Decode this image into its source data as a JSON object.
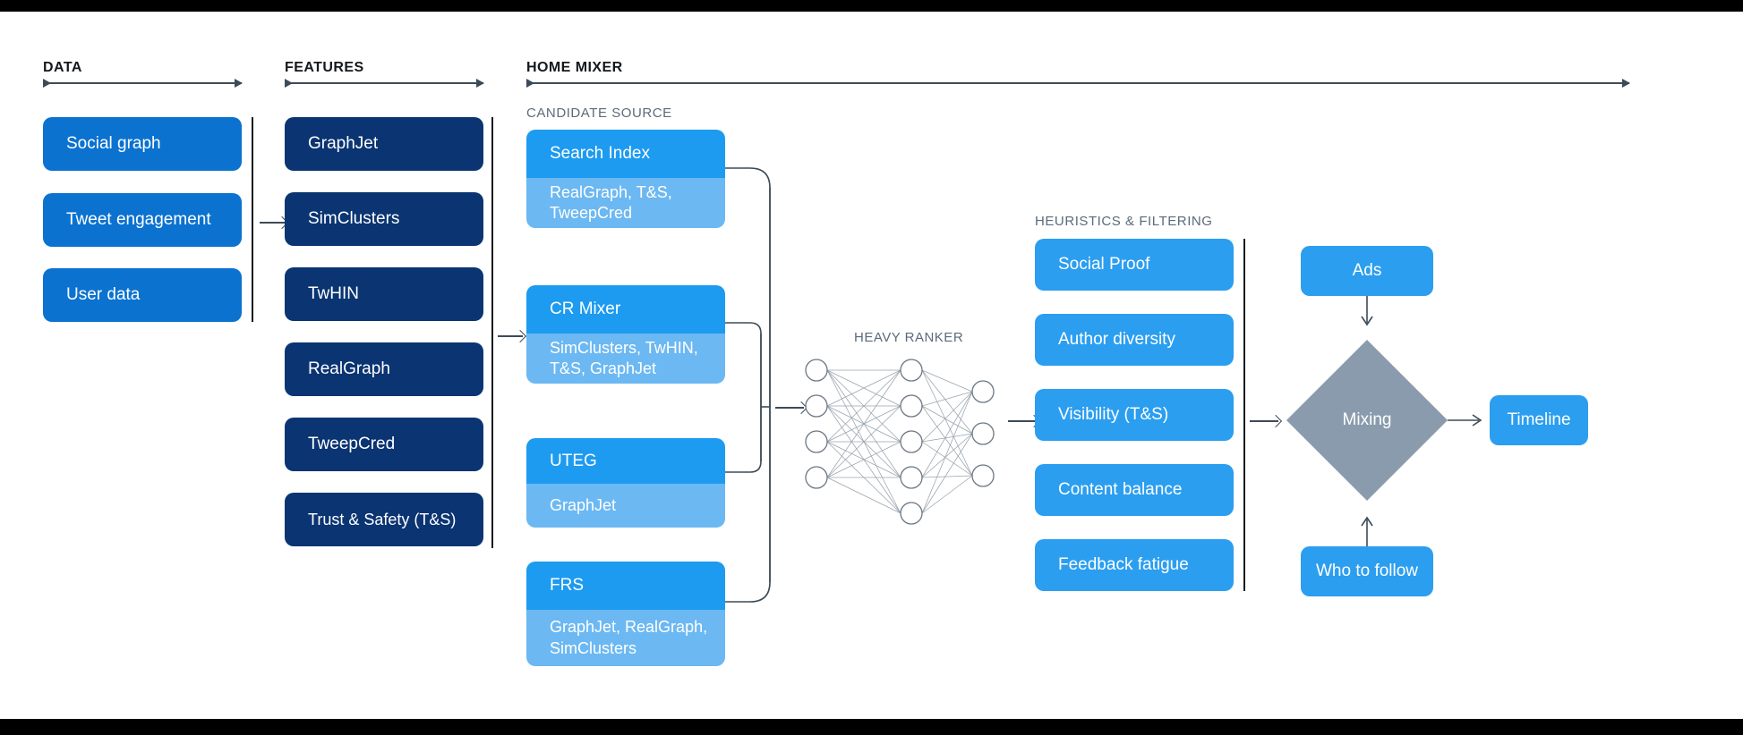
{
  "sections": {
    "data": {
      "title": "DATA"
    },
    "features": {
      "title": "FEATURES"
    },
    "home_mixer": {
      "title": "HOME MIXER"
    },
    "candidate_source": {
      "label": "CANDIDATE SOURCE"
    },
    "heavy_ranker": {
      "label": "HEAVY RANKER"
    },
    "heuristics": {
      "label": "HEURISTICS & FILTERING"
    }
  },
  "data_boxes": [
    {
      "label": "Social graph"
    },
    {
      "label": "Tweet engagement"
    },
    {
      "label": "User data"
    }
  ],
  "feature_boxes": [
    {
      "label": "GraphJet"
    },
    {
      "label": "SimClusters"
    },
    {
      "label": "TwHIN"
    },
    {
      "label": "RealGraph"
    },
    {
      "label": "TweepCred"
    },
    {
      "label": "Trust & Safety (T&S)"
    }
  ],
  "candidate_sources": [
    {
      "title": "Search Index",
      "features": "RealGraph, T&S,\nTweepCred"
    },
    {
      "title": "CR Mixer",
      "features": "SimClusters, TwHIN,\nT&S, GraphJet"
    },
    {
      "title": "UTEG",
      "features": "GraphJet"
    },
    {
      "title": "FRS",
      "features": "GraphJet, RealGraph,\nSimClusters"
    }
  ],
  "heuristic_boxes": [
    {
      "label": "Social Proof"
    },
    {
      "label": "Author diversity"
    },
    {
      "label": "Visibility (T&S)"
    },
    {
      "label": "Content balance"
    },
    {
      "label": "Feedback fatigue"
    }
  ],
  "outputs": {
    "ads": "Ads",
    "who_to_follow": "Who to follow",
    "mixing": "Mixing",
    "timeline": "Timeline"
  },
  "colors": {
    "data_box": "#0b72d0",
    "feature_box": "#0a3472",
    "candidate_header": "#1d9bf0",
    "candidate_body": "#6cb8f2",
    "heuristic_box": "#2b9ef0",
    "mixing_diamond": "#8a9bad",
    "connector": "#3d4b57"
  },
  "neural_net": {
    "input_nodes": 4,
    "hidden_nodes": 5,
    "output_nodes": 3
  }
}
